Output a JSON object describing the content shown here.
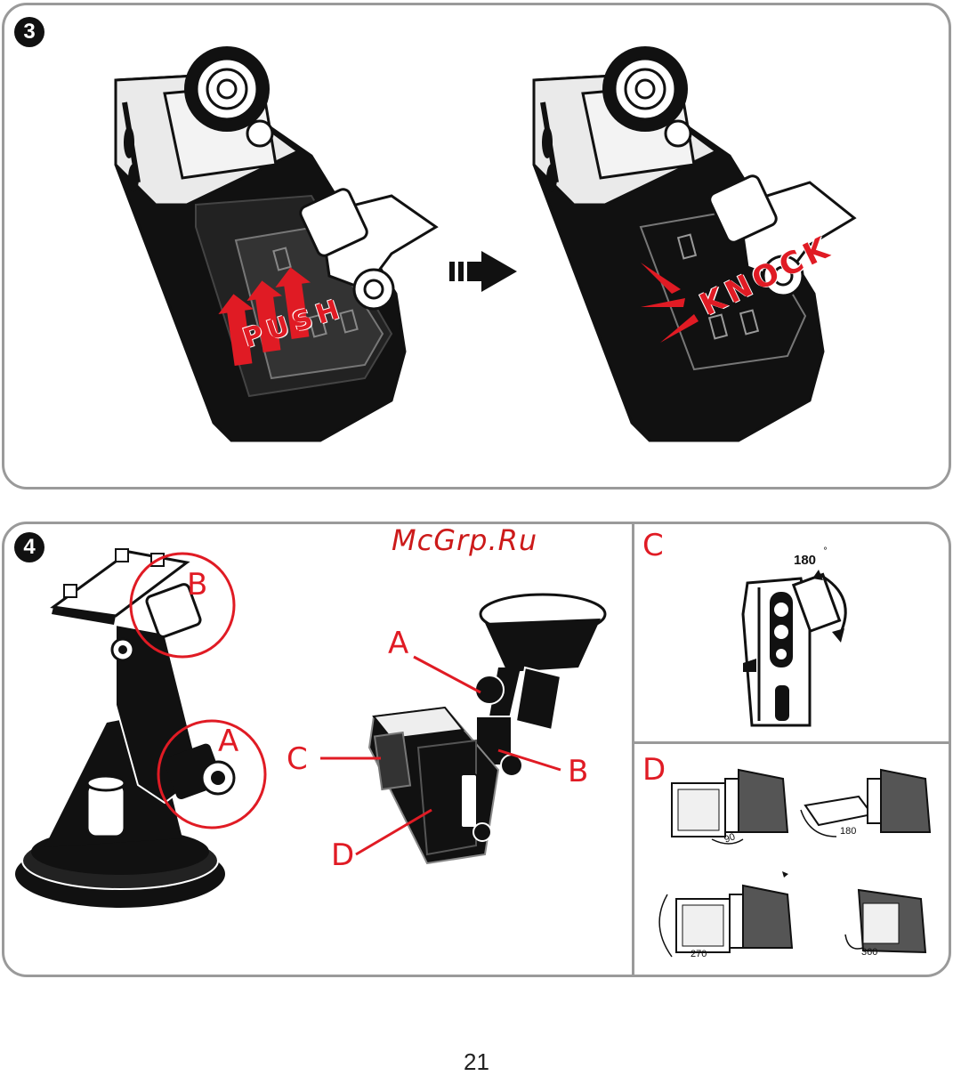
{
  "steps": {
    "step3": {
      "badge": "3",
      "push_label": "PUSH",
      "knock_label": "KNOCK"
    },
    "step4": {
      "badge": "4"
    }
  },
  "callouts": {
    "mount_b": "B",
    "mount_a": "A",
    "cam_a": "A",
    "cam_b": "B",
    "cam_c": "C",
    "cam_d": "D",
    "panel_c": "C",
    "panel_d": "D"
  },
  "rotation": {
    "c_angle": "180",
    "d_angles": [
      "90",
      "180",
      "270",
      "360"
    ]
  },
  "watermark": "McGrp.Ru",
  "page_number": "21",
  "colors": {
    "accent_red": "#e01b24",
    "border_gray": "#9a9a9a",
    "ink": "#111111"
  }
}
